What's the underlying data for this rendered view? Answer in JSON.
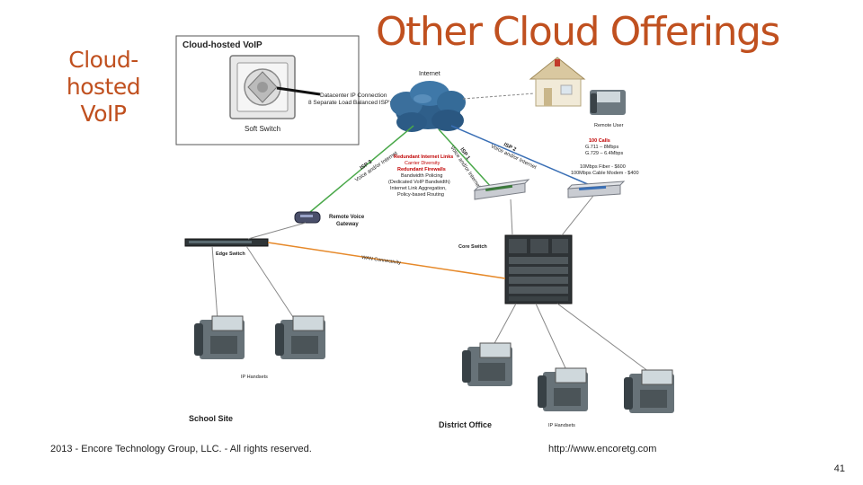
{
  "slide": {
    "title": "Other Cloud Offerings",
    "side_title_lines": [
      "Cloud-",
      "hosted",
      "VoIP"
    ],
    "footer_left": "2013 - Encore Technology Group, LLC. - All rights reserved.",
    "footer_right": "http://www.encoretg.com",
    "page_number": "41"
  },
  "diagram": {
    "inset_title": "Cloud-hosted VoIP",
    "soft_switch": "Soft Switch",
    "datacenter_lines": [
      "Datacenter IP Connection",
      "8 Separate Load Balanced ISP's"
    ],
    "internet": "Internet",
    "remote_user": "Remote User",
    "calls_lines": [
      "100 Calls",
      "G.711 – 8Mbps",
      "G.729 – 6.4Mbps"
    ],
    "bandwidth_lines": [
      "10Mbps Fiber - $600",
      "100Mbps Cable Modem - $400"
    ],
    "isp3_lines": [
      "ISP 3",
      "Voice and/or Internet"
    ],
    "isp1_lines": [
      "ISP 1",
      "Voice and/or Internet"
    ],
    "isp2_lines": [
      "ISP 2",
      "Voice and/or Internet"
    ],
    "features_red": [
      "Redundant Internet Links",
      "Carrier Diversity",
      "Redundant Firewalls"
    ],
    "features_black": [
      "Bandwidth Policing",
      "(Dedicated VoIP Bandwidth)",
      "Internet Link Aggregation,",
      "Policy-based Routing"
    ],
    "remote_gateway_lines": [
      "Remote Voice",
      "Gateway"
    ],
    "edge_switch": "Edge Switch",
    "core_switch": "Core Switch",
    "wan": "WAN Connectivity",
    "ip_handsets_school": "IP Handsets",
    "ip_handsets_district": "IP Handsets",
    "school_site": "School Site",
    "district_office": "District Office",
    "colors": {
      "accent": "#c0501f",
      "isp_green": "#4aa84a",
      "isp_blue": "#3a6fb5",
      "wan_orange": "#e6892a",
      "feature_red": "#c00000"
    }
  }
}
